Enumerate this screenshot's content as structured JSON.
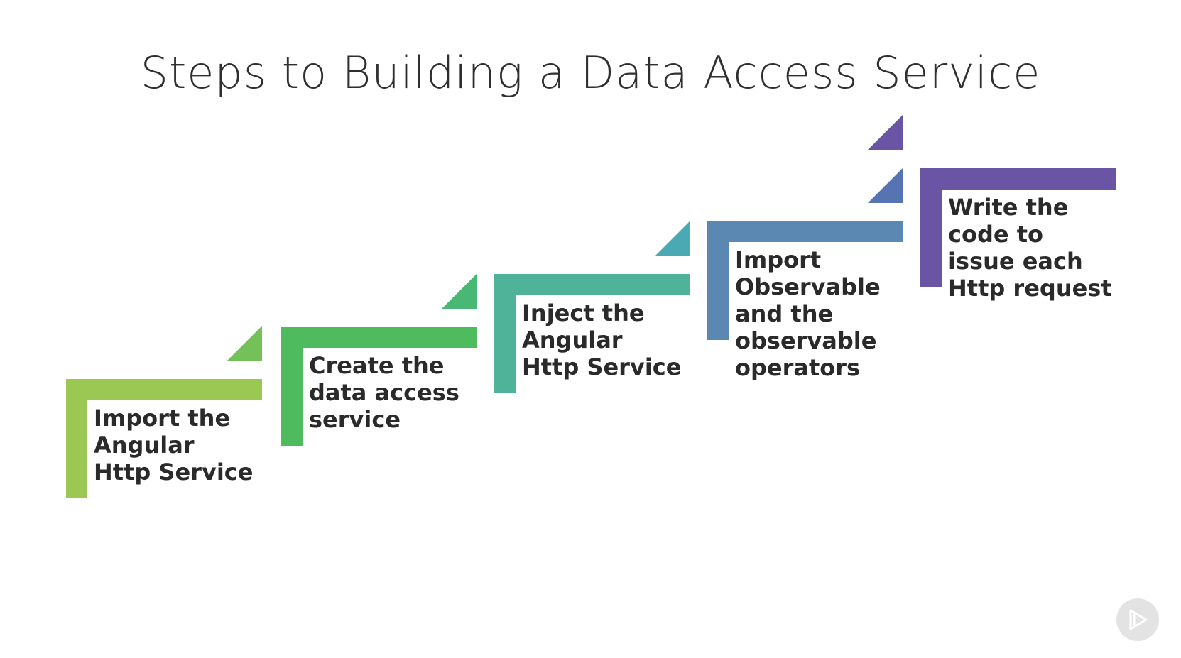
{
  "title": "Steps to Building a Data Access Service",
  "steps": [
    {
      "label": "Import the\nAngular\nHttp Service",
      "color": "#9bc853"
    },
    {
      "label": "Create the\ndata access\nservice",
      "color": "#4dbb5e"
    },
    {
      "label": "Inject the\nAngular\nHttp Service",
      "color": "#4fb39a"
    },
    {
      "label": "Import\nObservable\nand the\nobservable\noperators",
      "color": "#5a88b3"
    },
    {
      "label": "Write the\ncode to\nissue each\nHttp request",
      "color": "#6a55a4"
    }
  ],
  "triangle_colors": [
    "#74c15a",
    "#48b874",
    "#4aa9b2",
    "#5574b1",
    "#6a55a4"
  ],
  "play_button": {
    "icon": "play-icon"
  }
}
